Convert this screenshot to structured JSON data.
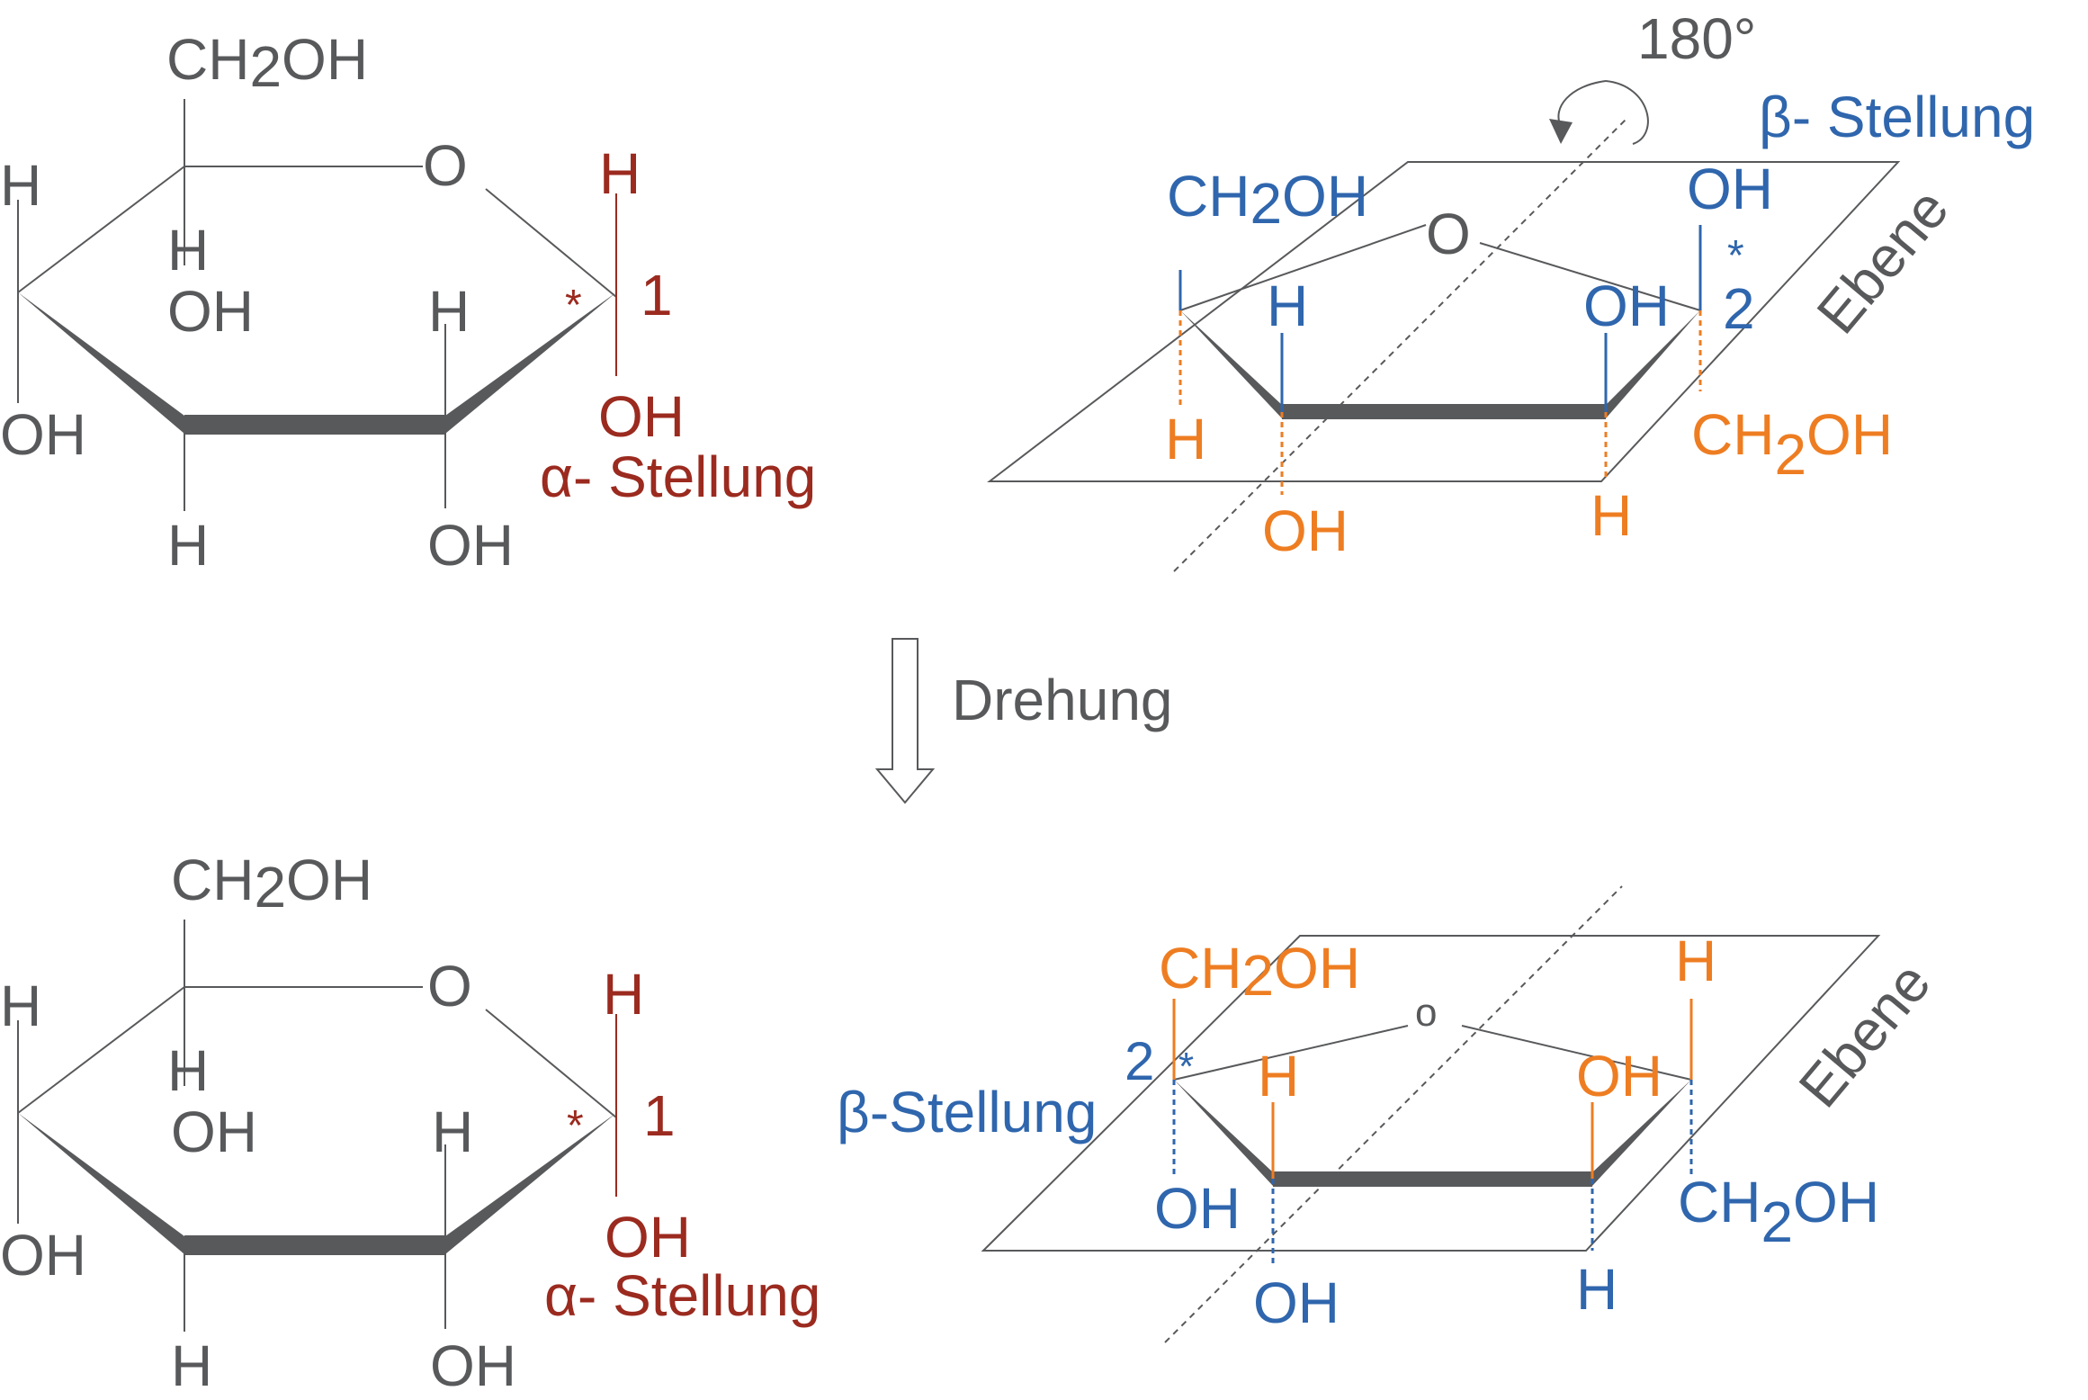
{
  "colors": {
    "gray": "#58595b",
    "red": "#9b2a1f",
    "blue": "#2f66ad",
    "orange": "#ee7d22"
  },
  "glucose_top": {
    "ch2": "CH",
    "sub2": "2",
    "oh": "OH",
    "o": "O",
    "h": "H",
    "oh_label": "OH",
    "star": "*",
    "c1": "1",
    "alpha": "α- Stellung"
  },
  "glucose_bottom": {
    "ch2": "CH",
    "sub2": "2",
    "oh": "OH",
    "o": "O",
    "h": "H",
    "oh_label": "OH",
    "star": "*",
    "c1": "1",
    "alpha": "α- Stellung"
  },
  "fructose_top": {
    "rotation": "180°",
    "beta": "β- Stellung",
    "ebene": "Ebene",
    "ch2": "CH",
    "sub2": "2",
    "oh": "OH",
    "o": "O",
    "h": "H",
    "oh_label": "OH",
    "star": "*",
    "c2": "2"
  },
  "fructose_bottom": {
    "beta": "β-Stellung",
    "ebene": "Ebene",
    "ch2": "CH",
    "sub2": "2",
    "oh": "OH",
    "o": "o",
    "h": "H",
    "oh_label": "OH",
    "star": "*",
    "c2": "2"
  },
  "arrow": {
    "label": "Drehung"
  }
}
